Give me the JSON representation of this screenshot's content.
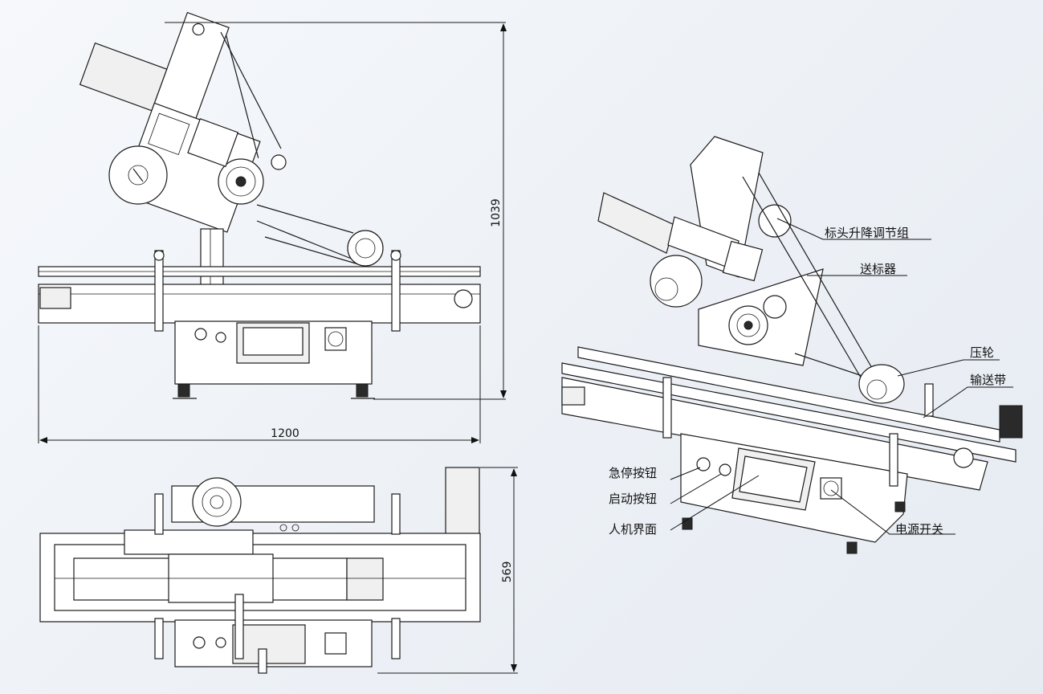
{
  "dimensions": {
    "height_front": "1039",
    "width_front": "1200",
    "width_top": "569"
  },
  "callouts": {
    "head_adjust": "标头升降调节组",
    "label_feeder": "送标器",
    "press_roller": "压轮",
    "conveyor": "输送带",
    "emergency_stop": "急停按钮",
    "start_button": "启动按钮",
    "hmi": "人机界面",
    "power_switch": "电源开关"
  }
}
